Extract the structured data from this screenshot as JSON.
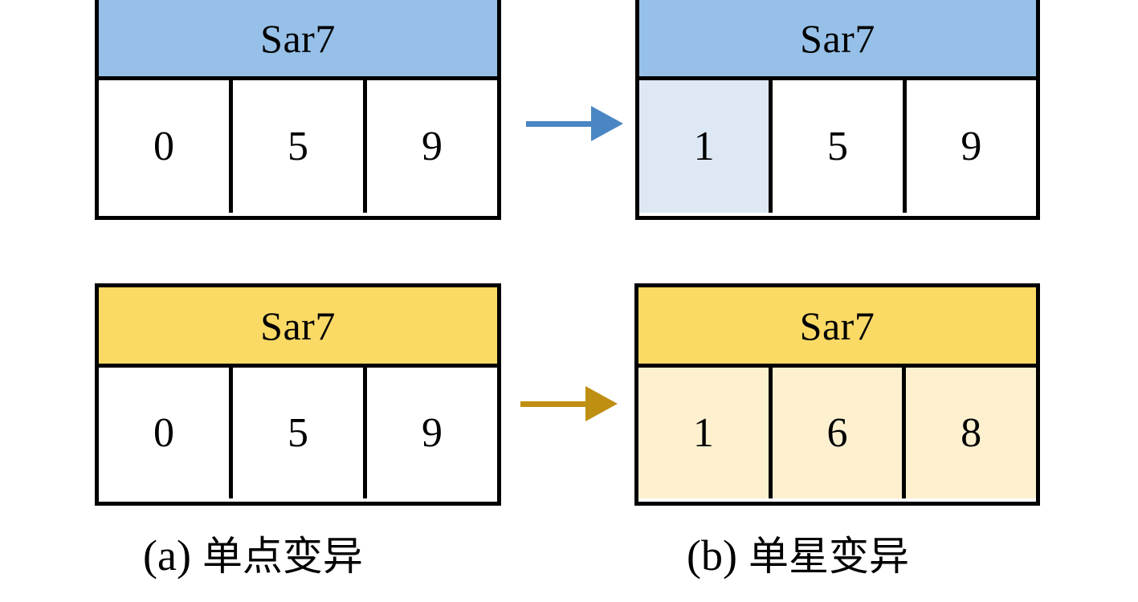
{
  "figure": {
    "panels": [
      {
        "id": "panel-a",
        "caption_tag": "(a)",
        "caption_text": "单点变异",
        "header_color": "#96c0e8",
        "cell_color": "#dde8f4",
        "arrow_color": "#4a86c4",
        "before": {
          "title": "Sar7",
          "cells": [
            "0",
            "5",
            "9"
          ],
          "highlighted": [
            false,
            false,
            false
          ]
        },
        "after": {
          "title": "Sar7",
          "cells": [
            "1",
            "5",
            "9"
          ],
          "highlighted": [
            true,
            false,
            false
          ]
        }
      },
      {
        "id": "panel-b",
        "caption_tag": "(b)",
        "caption_text": "单星变异",
        "header_color": "#fbd965",
        "cell_color": "#fdf0cf",
        "arrow_color": "#bf8f12",
        "before": {
          "title": "Sar7",
          "cells": [
            "0",
            "5",
            "9"
          ],
          "highlighted": [
            false,
            false,
            false
          ]
        },
        "after": {
          "title": "Sar7",
          "cells": [
            "1",
            "6",
            "8"
          ],
          "highlighted": [
            true,
            true,
            true
          ]
        }
      }
    ]
  },
  "tables": {
    "a_before": {
      "title": "Sar7",
      "c0": "0",
      "c1": "5",
      "c2": "9"
    },
    "a_after": {
      "title": "Sar7",
      "c0": "1",
      "c1": "5",
      "c2": "9"
    },
    "b_before": {
      "title": "Sar7",
      "c0": "0",
      "c1": "5",
      "c2": "9"
    },
    "b_after": {
      "title": "Sar7",
      "c0": "1",
      "c1": "6",
      "c2": "8"
    }
  },
  "captions": {
    "a_tag": "(a)",
    "a_text": "单点变异",
    "b_tag": "(b)",
    "b_text": "单星变异"
  },
  "colors": {
    "blue_header": "#96c0e8",
    "blue_cell": "#dde8f4",
    "blue_arrow": "#4a86c4",
    "yellow_header": "#fbd965",
    "yellow_cell": "#fdf0cf",
    "yellow_arrow": "#bf8f12",
    "border": "#000000",
    "background": "#ffffff"
  }
}
